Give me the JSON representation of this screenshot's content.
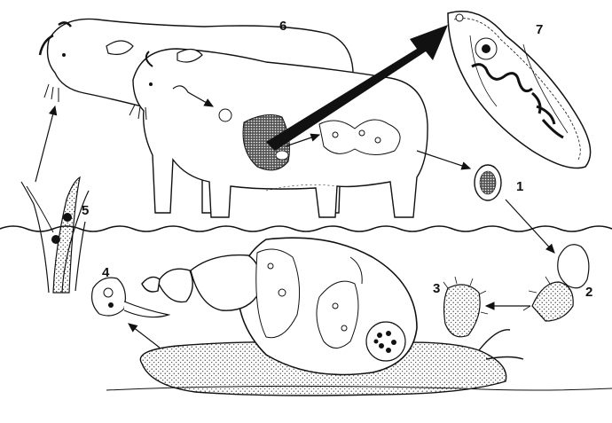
{
  "diagram": {
    "labels": {
      "egg": "1",
      "miracidium": "2",
      "sporocyst": "3",
      "cercaria": "4",
      "metacercariae": "5",
      "sheep": "6",
      "adult_fluke": "7"
    },
    "colors": {
      "ink": "#111111",
      "paper": "#ffffff",
      "stipple": "#333333"
    }
  }
}
